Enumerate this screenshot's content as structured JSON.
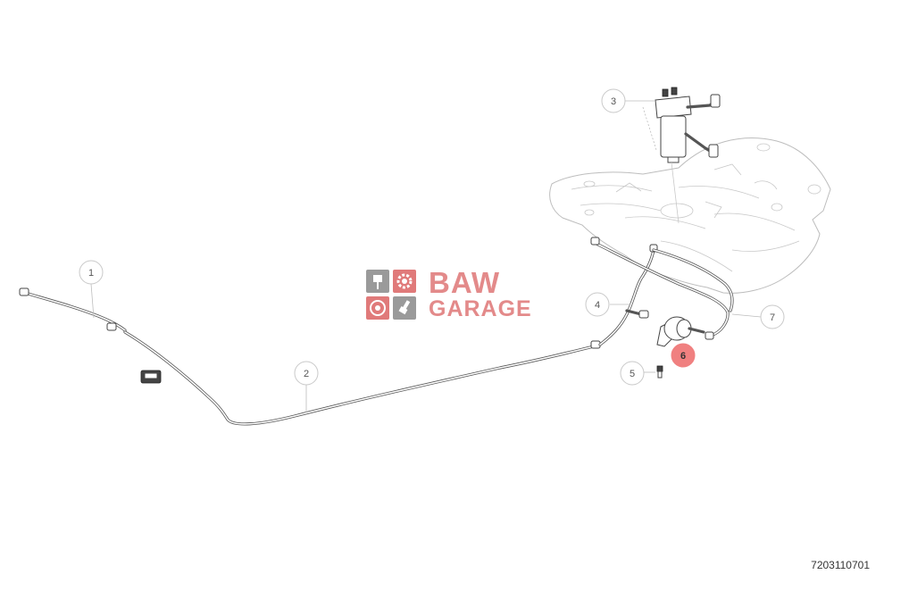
{
  "watermark": {
    "brand": "BAW",
    "sub": "GARAGE",
    "tile_color_a": "#999999",
    "tile_color_b": "#e07a7a"
  },
  "drawing_number": "7203110701",
  "callouts": [
    {
      "label": "1",
      "highlighted": false
    },
    {
      "label": "2",
      "highlighted": false
    },
    {
      "label": "3",
      "highlighted": false
    },
    {
      "label": "4",
      "highlighted": false
    },
    {
      "label": "5",
      "highlighted": false
    },
    {
      "label": "6",
      "highlighted": true
    },
    {
      "label": "7",
      "highlighted": false
    }
  ],
  "colors": {
    "highlight": "#f08080",
    "callout_border": "#c9c9c9",
    "line": "#555555"
  }
}
